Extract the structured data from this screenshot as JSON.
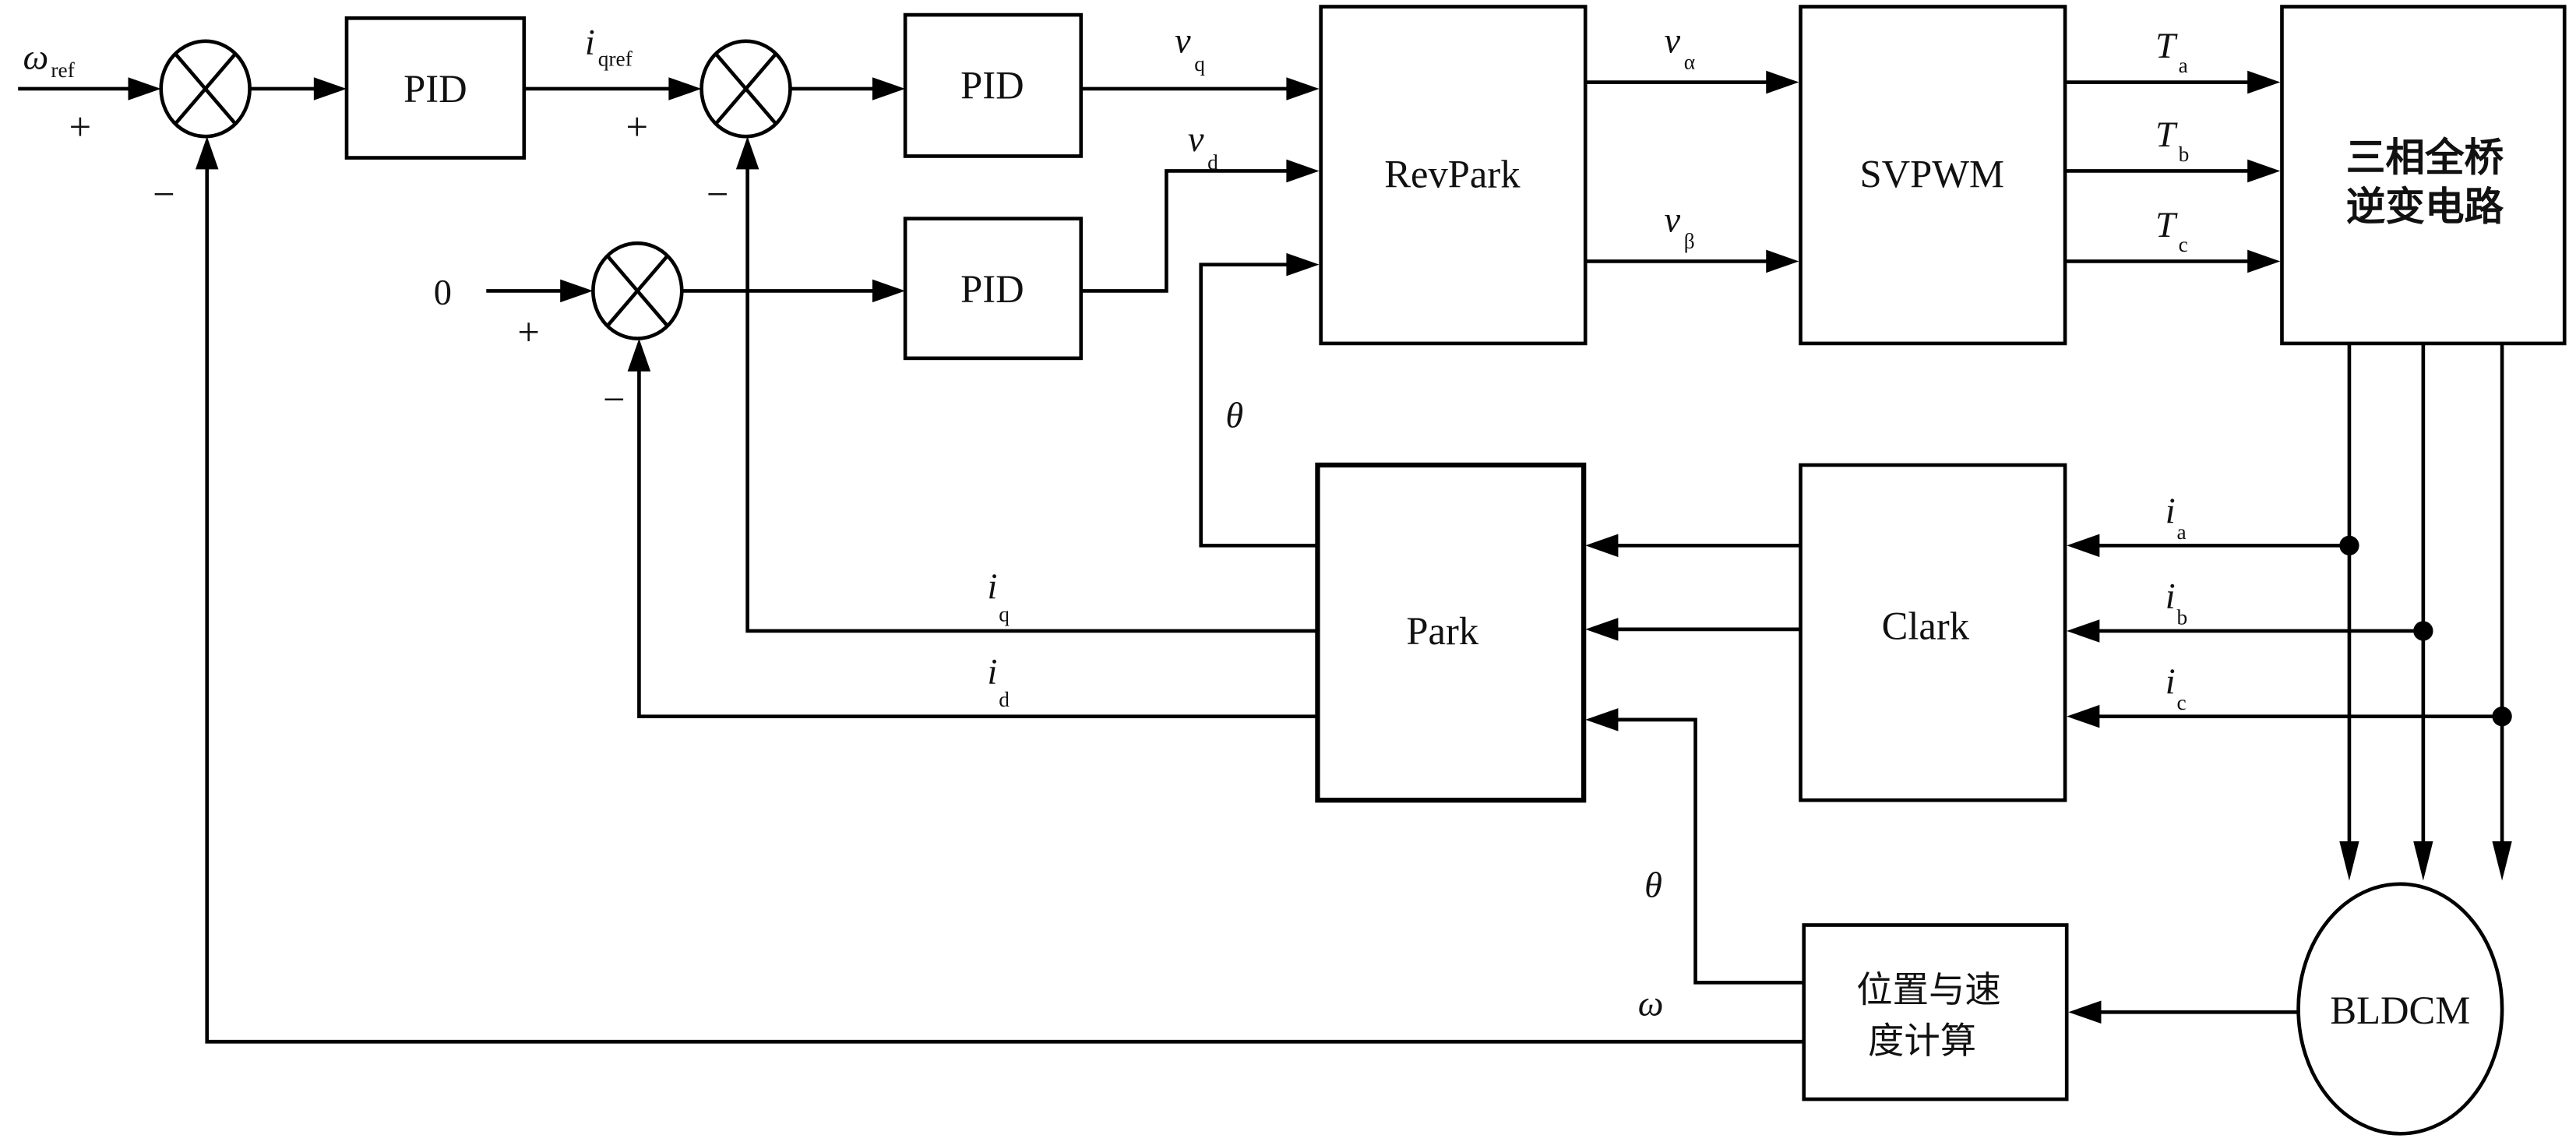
{
  "diagram": {
    "title": "BLDCM FOC control block diagram",
    "blocks": {
      "pid_speed": "PID",
      "pid_q": "PID",
      "pid_d": "PID",
      "revpark": "RevPark",
      "svpwm": "SVPWM",
      "inverter_line1": "三相全桥",
      "inverter_line2": "逆变电路",
      "park": "Park",
      "clark": "Clark",
      "posspeed_line1": "位置与速",
      "posspeed_line2": "度计算",
      "motor": "BLDCM"
    },
    "signals": {
      "omega_ref": {
        "main": "ω",
        "sub": "ref"
      },
      "iqref": {
        "main": "i",
        "sub": "qref"
      },
      "vq": {
        "main": "v",
        "sub": "q"
      },
      "vd": {
        "main": "v",
        "sub": "d"
      },
      "valpha": {
        "main": "v",
        "sub": "α"
      },
      "vbeta": {
        "main": "v",
        "sub": "β"
      },
      "Ta": {
        "main": "T",
        "sub": "a"
      },
      "Tb": {
        "main": "T",
        "sub": "b"
      },
      "Tc": {
        "main": "T",
        "sub": "c"
      },
      "ia": {
        "main": "i",
        "sub": "a"
      },
      "ib": {
        "main": "i",
        "sub": "b"
      },
      "ic": {
        "main": "i",
        "sub": "c"
      },
      "iq": {
        "main": "i",
        "sub": "q"
      },
      "id": {
        "main": "i",
        "sub": "d"
      },
      "theta1": "θ",
      "theta2": "θ",
      "omega": "ω",
      "zero": "0"
    },
    "signs": {
      "plus1": "+",
      "minus1": "−",
      "plus2": "+",
      "minus2": "−",
      "plus3": "+",
      "minus3": "−"
    }
  }
}
